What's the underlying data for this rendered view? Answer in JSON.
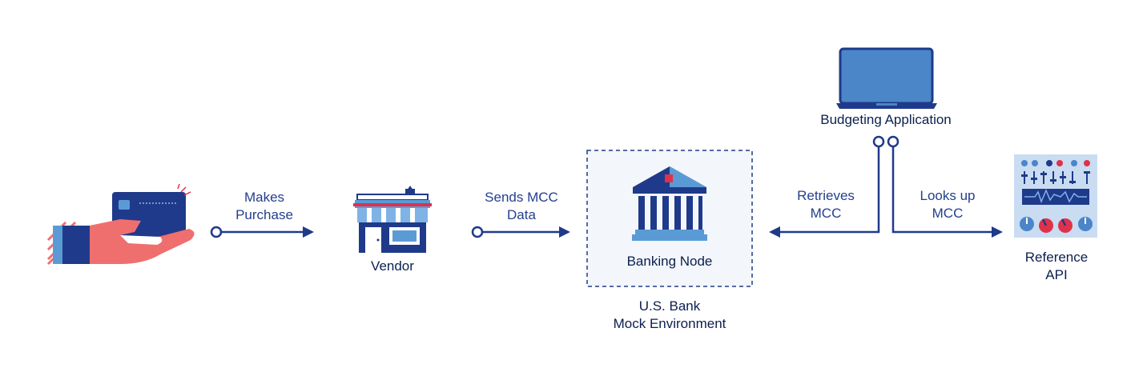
{
  "nodes": {
    "vendor": "Vendor",
    "banking_node": "Banking Node",
    "environment": [
      "U.S. Bank",
      "Mock Environment"
    ],
    "budgeting_app": "Budgeting Application",
    "reference_api": [
      "Reference",
      "API"
    ]
  },
  "flows": {
    "makes_purchase": [
      "Makes",
      "Purchase"
    ],
    "sends_mcc": [
      "Sends MCC",
      "Data"
    ],
    "retrieves_mcc": [
      "Retrieves",
      "MCC"
    ],
    "looks_up_mcc": [
      "Looks up",
      "MCC"
    ]
  },
  "icons": [
    "hand-card-icon",
    "storefront-icon",
    "bank-icon",
    "laptop-icon",
    "control-panel-icon"
  ],
  "colors": {
    "navy": "#1f3a8a",
    "flow_text": "#24408f",
    "light_blue": "#5b9bd5",
    "coral": "#ef6f6f",
    "red": "#e0314b",
    "box_bg": "#f3f6fb"
  }
}
